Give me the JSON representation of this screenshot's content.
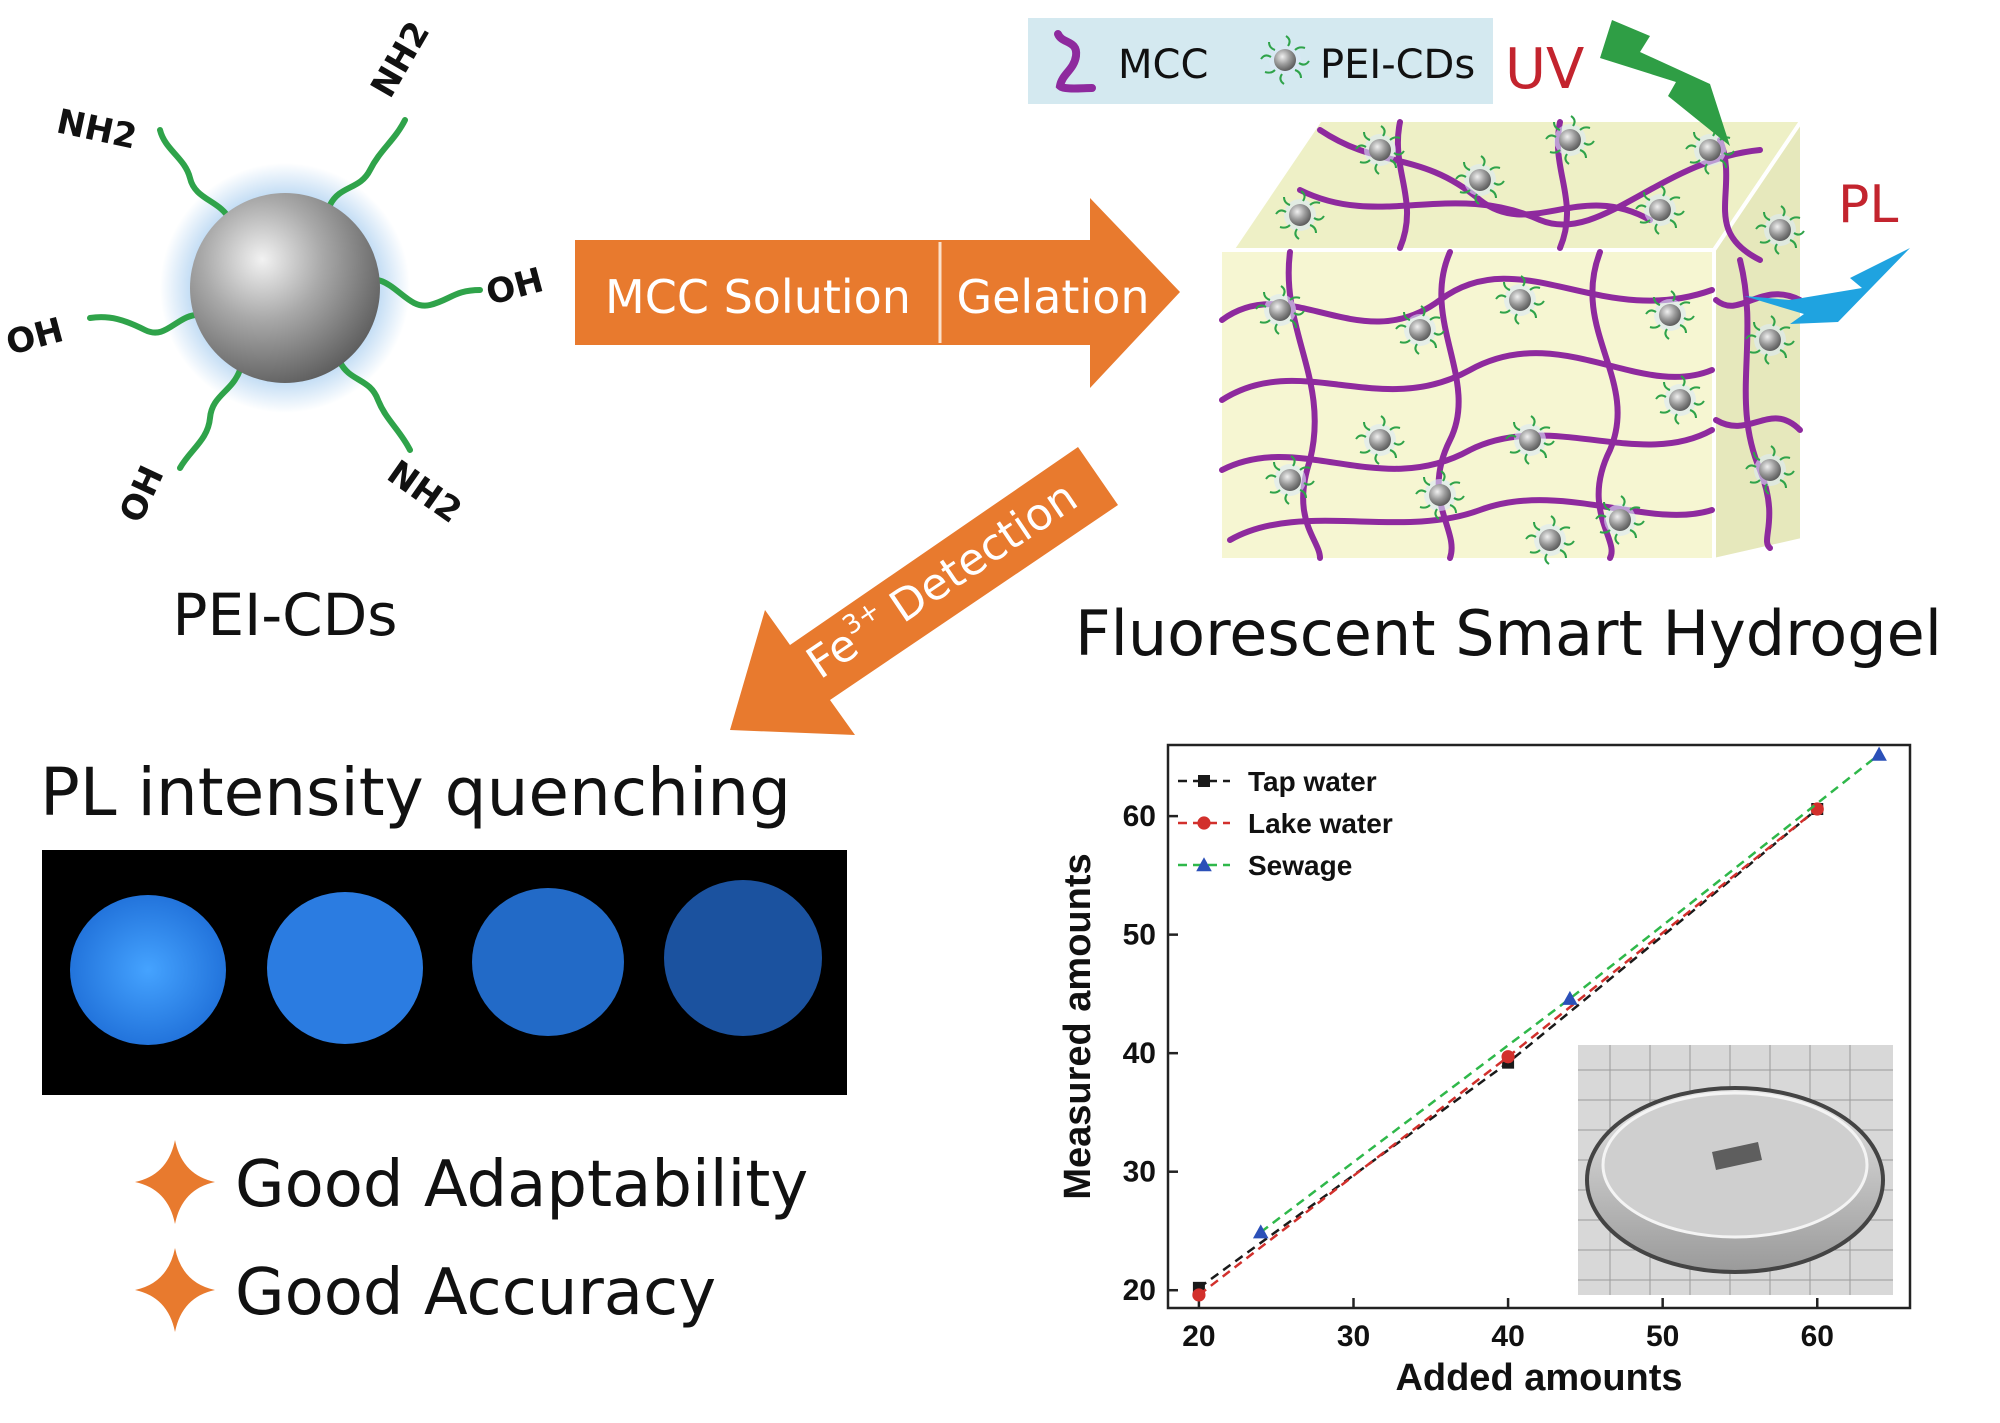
{
  "molecule": {
    "label": "PEI-CDs",
    "groups": [
      "NH2",
      "NH2",
      "OH",
      "OH",
      "OH",
      "NH2"
    ]
  },
  "process_arrow": {
    "step1": "MCC Solution",
    "step2": "Gelation"
  },
  "legend_box": {
    "mcc": "MCC",
    "peicds": "PEI-CDs"
  },
  "hydrogel": {
    "uv": "UV",
    "pl": "PL",
    "label": "Fluorescent Smart Hydrogel"
  },
  "detect_arrow": {
    "ion": "Fe",
    "charge": "3+",
    "text": "Detection"
  },
  "quench": {
    "title": "PL intensity quenching"
  },
  "features": [
    "Good Adaptability",
    "Good Accuracy"
  ],
  "colors": {
    "orange": "#E87A2E",
    "purple": "#8E2A9E",
    "green_chain": "#2FA34A",
    "gel": "#F6F6D2",
    "legend_bg": "#D4E9F0",
    "red_text": "#C3242E",
    "uv_bolt": "#2F9E45",
    "pl_bolt": "#1FA3E0",
    "disc": "#2F8CF0"
  },
  "chart_data": {
    "type": "line",
    "xlabel": "Added amounts",
    "ylabel": "Measured amounts",
    "xlim": [
      18,
      66
    ],
    "ylim": [
      18.5,
      66
    ],
    "x_ticks": [
      20,
      30,
      40,
      50,
      60
    ],
    "y_ticks": [
      20,
      30,
      40,
      50,
      60
    ],
    "legend_position": "top-left",
    "series": [
      {
        "name": "Tap water",
        "color": "#1a1a1a",
        "marker": "square",
        "x": [
          20,
          40,
          60
        ],
        "y": [
          20.2,
          39.2,
          60.6
        ]
      },
      {
        "name": "Lake water",
        "color": "#D2302C",
        "marker": "circle",
        "x": [
          20,
          40,
          60
        ],
        "y": [
          19.6,
          39.7,
          60.6
        ]
      },
      {
        "name": "Sewage",
        "color": "#2FB84A",
        "marker": "triangle",
        "marker_color": "#2B50B8",
        "x": [
          24,
          44,
          64
        ],
        "y": [
          24.9,
          44.6,
          65.2
        ]
      }
    ]
  }
}
